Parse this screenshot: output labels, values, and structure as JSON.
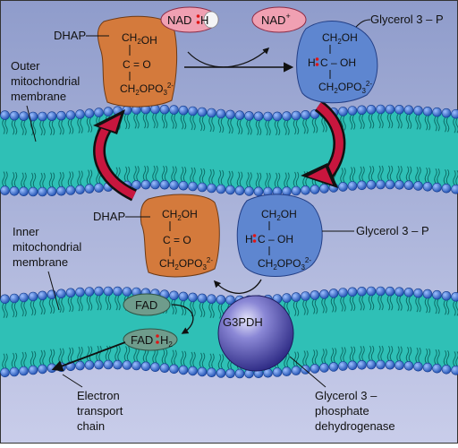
{
  "colors": {
    "background_top": "#8f9ccb",
    "background_bottom": "#c7cbea",
    "membrane_band": "#2fc0b6",
    "phospholipid_head": "#2a63c6",
    "lipid_tail": "#0d6e68",
    "dhap_blob": "#d47a3c",
    "glycerol_blob": "#5e86d0",
    "nad_pill": "#f0a0b2",
    "fad_pill": "#6f9c8c",
    "g3pdh_sphere": "#5a58b5",
    "shuttle_arrow": "#c8163e",
    "hydrogen_dot": "#e01515"
  },
  "labels": {
    "dhap_top": "DHAP",
    "dhap_bottom": "DHAP",
    "glycerol_top": "Glycerol 3 – P",
    "glycerol_bottom": "Glycerol 3 – P",
    "outer_membrane": [
      "Outer",
      "mitochondrial",
      "membrane"
    ],
    "inner_membrane": [
      "Inner",
      "mitochondrial",
      "membrane"
    ],
    "nadh": "NAD  H",
    "nad_plus": "NAD",
    "nad_plus_sup": "+",
    "fad": "FAD",
    "fadh2_fad": "FAD",
    "fadh2_h": "H",
    "fadh2_sub": "2",
    "g3pdh": "G3PDH",
    "electron_transport": [
      "Electron",
      "transport",
      "chain"
    ],
    "enzyme_name": [
      "Glycerol 3 –",
      "phosphate",
      "dehydrogenase"
    ]
  },
  "formulas": {
    "dhap": {
      "line1": "CH2OH",
      "line2": "C = O",
      "line3": "CH2OPO3",
      "charge": "2-"
    },
    "glycerol": {
      "line1": "CH2OH",
      "line2_h": "H",
      "line2_rest": "C – OH",
      "line3": "CH2OPO3",
      "charge": "2-"
    }
  }
}
